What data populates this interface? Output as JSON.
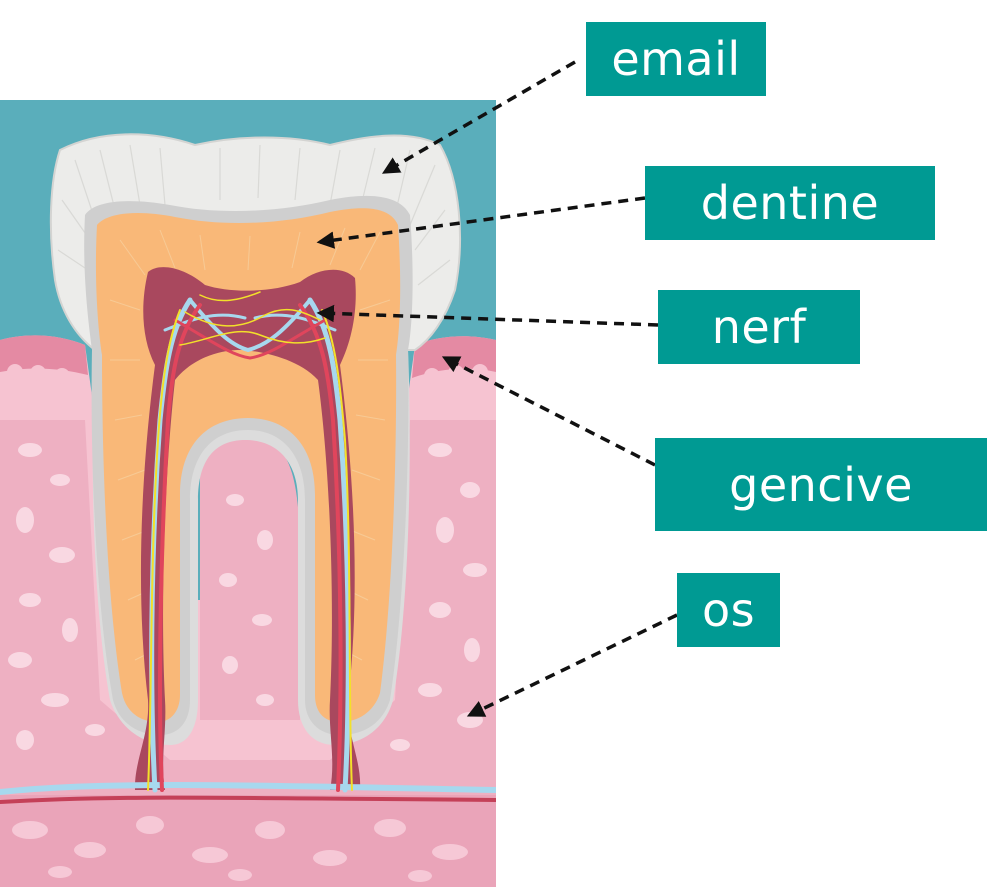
{
  "diagram": {
    "labels": {
      "enamel": "email",
      "dentine": "dentine",
      "nerve": "nerf",
      "gum": "gencive",
      "bone": "os"
    }
  },
  "colors": {
    "label_bg": "#009a93",
    "label_text": "#ffffff",
    "background_teal": "#5aaebb",
    "enamel": "#ececea",
    "dentine": "#f9b878",
    "pulp": "#a9485e",
    "gum": "#f6c3d1",
    "bone": "#eaa4b9",
    "vein": "#a7d8ee",
    "artery": "#e0455c",
    "nerve_fiber": "#f3e02a"
  }
}
